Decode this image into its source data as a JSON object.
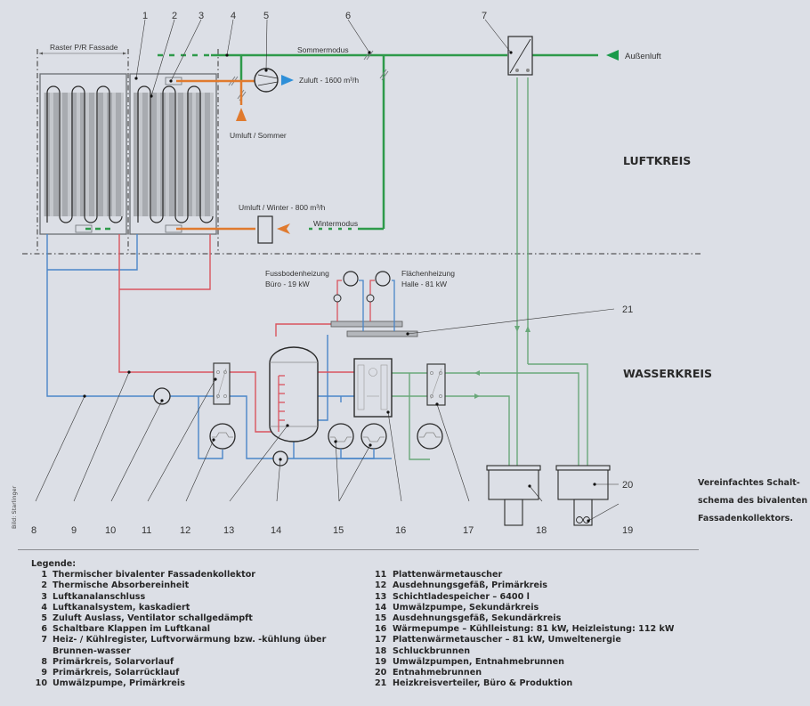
{
  "colors": {
    "background": "#dcdfe6",
    "air_green": "#2e9a4a",
    "water_green": "#6aa87a",
    "supply_red": "#d9545e",
    "return_blue": "#4a86c8",
    "recirc_orange": "#e07a2e",
    "zuluft_blue": "#2e8fd8",
    "outline": "#3a3a3a"
  },
  "diagram": {
    "dimension_label": "Raster P/R Fassade",
    "air_labels": {
      "sommermodus": "Sommermodus",
      "wintermodus": "Wintermodus",
      "zuluft": "Zuluft - 1600 m³/h",
      "umluft_sommer": "Umluft / Sommer",
      "umluft_winter": "Umluft / Winter - 800 m³/h",
      "aussenluft": "Außenluft"
    },
    "sections": {
      "luftkreis": "LUFTKREIS",
      "wasserkreis": "WASSERKREIS"
    },
    "heating": {
      "floor_line1": "Fussbodenheizung",
      "floor_line2": "Büro - 19 kW",
      "area_line1": "Flächenheizung",
      "area_line2": "Halle - 81 kW"
    },
    "caption_lines": [
      "Vereinfachtes Schalt-",
      "schema des bivalenten",
      "Fassadenkollektors."
    ],
    "credit": "Bild: Starlinger",
    "callouts": [
      "1",
      "2",
      "3",
      "4",
      "5",
      "6",
      "7",
      "8",
      "9",
      "10",
      "11",
      "12",
      "13",
      "14",
      "15",
      "16",
      "17",
      "18",
      "19",
      "20",
      "21"
    ]
  },
  "legend": {
    "title": "Legende:",
    "items": [
      {
        "num": "1",
        "text": "Thermischer bivalenter Fassadenkollektor"
      },
      {
        "num": "2",
        "text": "Thermische Absorbereinheit"
      },
      {
        "num": "3",
        "text": "Luftkanalanschluss"
      },
      {
        "num": "4",
        "text": "Luftkanalsystem, kaskadiert"
      },
      {
        "num": "5",
        "text": "Zuluft Auslass, Ventilator schallgedämpft"
      },
      {
        "num": "6",
        "text": "Schaltbare Klappen im Luftkanal"
      },
      {
        "num": "7",
        "text": "Heiz- / Kühlregister, Luftvorwärmung bzw. -kühlung über Brunnen-wasser"
      },
      {
        "num": "8",
        "text": "Primärkreis, Solarvorlauf"
      },
      {
        "num": "9",
        "text": "Primärkreis, Solarrücklauf"
      },
      {
        "num": "10",
        "text": "Umwälzpumpe, Primärkreis"
      },
      {
        "num": "11",
        "text": "Plattenwärmetauscher"
      },
      {
        "num": "12",
        "text": "Ausdehnungsgefäß, Primärkreis"
      },
      {
        "num": "13",
        "text": "Schichtladespeicher – 6400 l"
      },
      {
        "num": "14",
        "text": "Umwälzpumpe, Sekundärkreis"
      },
      {
        "num": "15",
        "text": "Ausdehnungsgefäß, Sekundärkreis"
      },
      {
        "num": "16",
        "text": "Wärmepumpe – Kühlleistung: 81 kW, Heizleistung: 112 kW"
      },
      {
        "num": "17",
        "text": "Plattenwärmetauscher – 81 kW, Umweltenergie"
      },
      {
        "num": "18",
        "text": "Schluckbrunnen"
      },
      {
        "num": "19",
        "text": "Umwälzpumpen, Entnahmebrunnen"
      },
      {
        "num": "20",
        "text": "Entnahmebrunnen"
      },
      {
        "num": "21",
        "text": "Heizkreisverteiler, Büro & Produktion"
      }
    ]
  }
}
